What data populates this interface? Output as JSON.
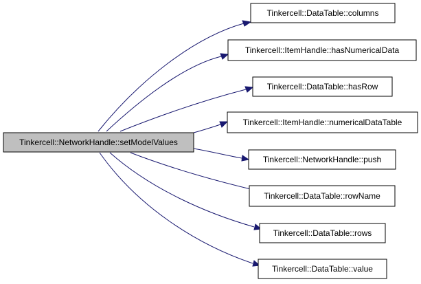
{
  "diagram": {
    "type": "call-graph",
    "colors": {
      "source_fill": "#bfbfbf",
      "target_fill": "#ffffff",
      "border": "#000000",
      "edge": "#191970"
    },
    "source": {
      "label": "Tinkercell::NetworkHandle::setModelValues"
    },
    "targets": [
      {
        "label": "Tinkercell::DataTable::columns"
      },
      {
        "label": "Tinkercell::ItemHandle::hasNumericalData"
      },
      {
        "label": "Tinkercell::DataTable::hasRow"
      },
      {
        "label": "Tinkercell::ItemHandle::numericalDataTable"
      },
      {
        "label": "Tinkercell::NetworkHandle::push"
      },
      {
        "label": "Tinkercell::DataTable::rowName"
      },
      {
        "label": "Tinkercell::DataTable::rows"
      },
      {
        "label": "Tinkercell::DataTable::value"
      }
    ]
  }
}
